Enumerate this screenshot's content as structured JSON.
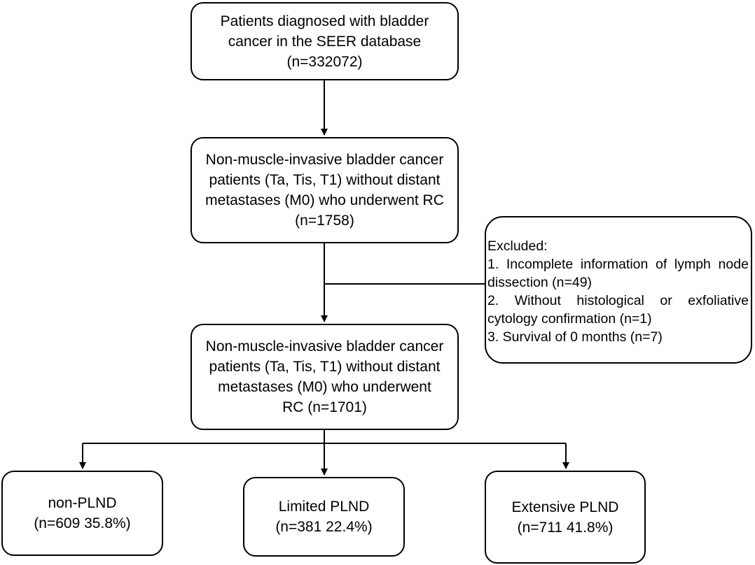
{
  "boxes": {
    "total": {
      "lines": [
        "Patients diagnosed with bladder",
        "cancer in the SEER database",
        "(n=332072)"
      ]
    },
    "nmibc": {
      "lines": [
        "Non-muscle-invasive bladder cancer",
        "patients (Ta, Tis, T1) without distant",
        "metastases (M0) who underwent RC",
        "(n=1758)"
      ]
    },
    "excluded": {
      "title": "Excluded:",
      "item1_line1": [
        "1.",
        "Incomplete",
        "information",
        "of",
        "lymph",
        "node"
      ],
      "item1_line2": "dissection (n=49)",
      "item2_line1": [
        "2.",
        "Without",
        "histological",
        "or",
        "exfoliative"
      ],
      "item2_line2": "cytology confirmation (n=1)",
      "item3": "3. Survival of 0 months (n=7)"
    },
    "final": {
      "lines": [
        "Non-muscle-invasive bladder cancer",
        "patients (Ta, Tis, T1) without distant",
        "metastases (M0) who underwent",
        "RC (n=1701)"
      ]
    },
    "non_plnd": {
      "lines": [
        "non-PLND",
        "(n=609 35.8%)"
      ]
    },
    "limited_plnd": {
      "lines": [
        "Limited PLND",
        "(n=381 22.4%)"
      ]
    },
    "extensive_plnd": {
      "lines": [
        "Extensive PLND",
        "(n=711 41.8%)"
      ]
    }
  },
  "colors": {
    "line": "#000000",
    "box_fill": "#ffffff"
  }
}
